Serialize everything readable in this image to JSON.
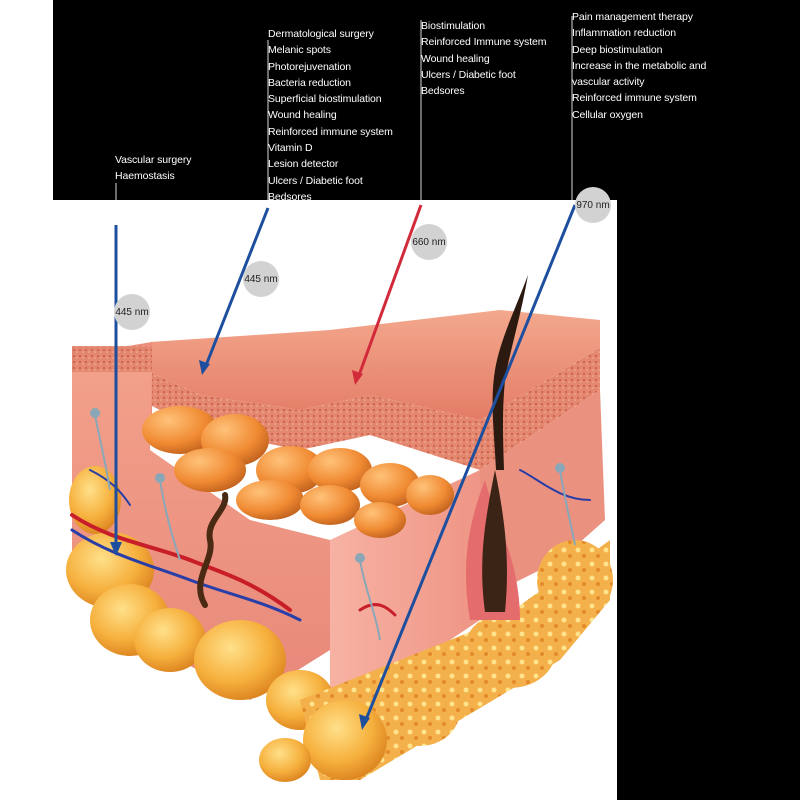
{
  "colors": {
    "background_black": "#000000",
    "beam_blue": "#1d4f9e",
    "beam_red": "#d12a3a",
    "badge_grey": "#d2d2d2"
  },
  "groups": [
    {
      "id": "vascular",
      "items": [
        "Vascular surgery",
        "Haemostasis"
      ]
    },
    {
      "id": "blue-445",
      "items": [
        "Dermatological surgery",
        "Melanic spots",
        "Photorejuvenation",
        "Bacteria reduction",
        "Superficial biostimulation",
        "Wound healing",
        "Reinforced immune system",
        "Vitamin D",
        "Lesion detector",
        "Ulcers / Diabetic foot",
        "Bedsores"
      ]
    },
    {
      "id": "red-660",
      "items": [
        "Biostimulation",
        "Reinforced Immune system",
        "Wound healing",
        "Ulcers / Diabetic foot",
        "Bedsores"
      ]
    },
    {
      "id": "ir-970",
      "items": [
        "Pain management therapy",
        "Inflammation reduction",
        "Deep biostimulation",
        "Increase in the metabolic and vascular activity",
        "Reinforced immune system",
        "Cellular oxygen"
      ]
    }
  ],
  "badges": {
    "vascular": "445 nm",
    "blue": "445 nm",
    "red": "660 nm",
    "ir": "970 nm"
  }
}
